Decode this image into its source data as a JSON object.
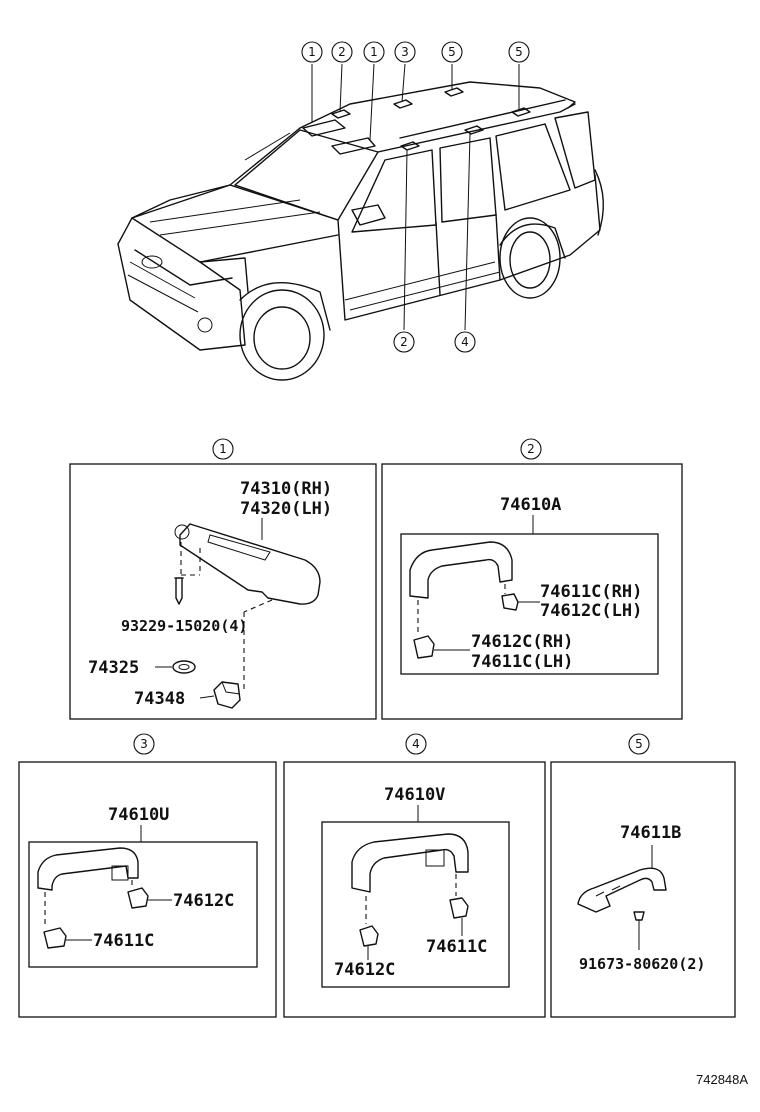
{
  "vehicle_callouts": {
    "top": [
      "1",
      "2",
      "1",
      "3",
      "5",
      "5"
    ],
    "bottom": [
      "2",
      "4"
    ]
  },
  "panels": [
    {
      "id": "1",
      "parts": {
        "visor_rh": "74310(RH)",
        "visor_lh": "74320(LH)",
        "screw": "93229-15020(4)",
        "cover": "74325",
        "holder": "74348"
      }
    },
    {
      "id": "2",
      "assembly": "74610A",
      "parts": {
        "cap_top_rh": "74611C(RH)",
        "cap_top_lh": "74612C(LH)",
        "cap_bot_rh": "74612C(RH)",
        "cap_bot_lh": "74611C(LH)"
      }
    },
    {
      "id": "3",
      "assembly": "74610U",
      "parts": {
        "cap_a": "74612C",
        "cap_b": "74611C"
      }
    },
    {
      "id": "4",
      "assembly": "74610V",
      "parts": {
        "cap_a": "74612C",
        "cap_b": "74611C"
      }
    },
    {
      "id": "5",
      "assembly": "74611B",
      "parts": {
        "screw": "91673-80620(2)"
      }
    }
  ],
  "figure_id": "742848A"
}
